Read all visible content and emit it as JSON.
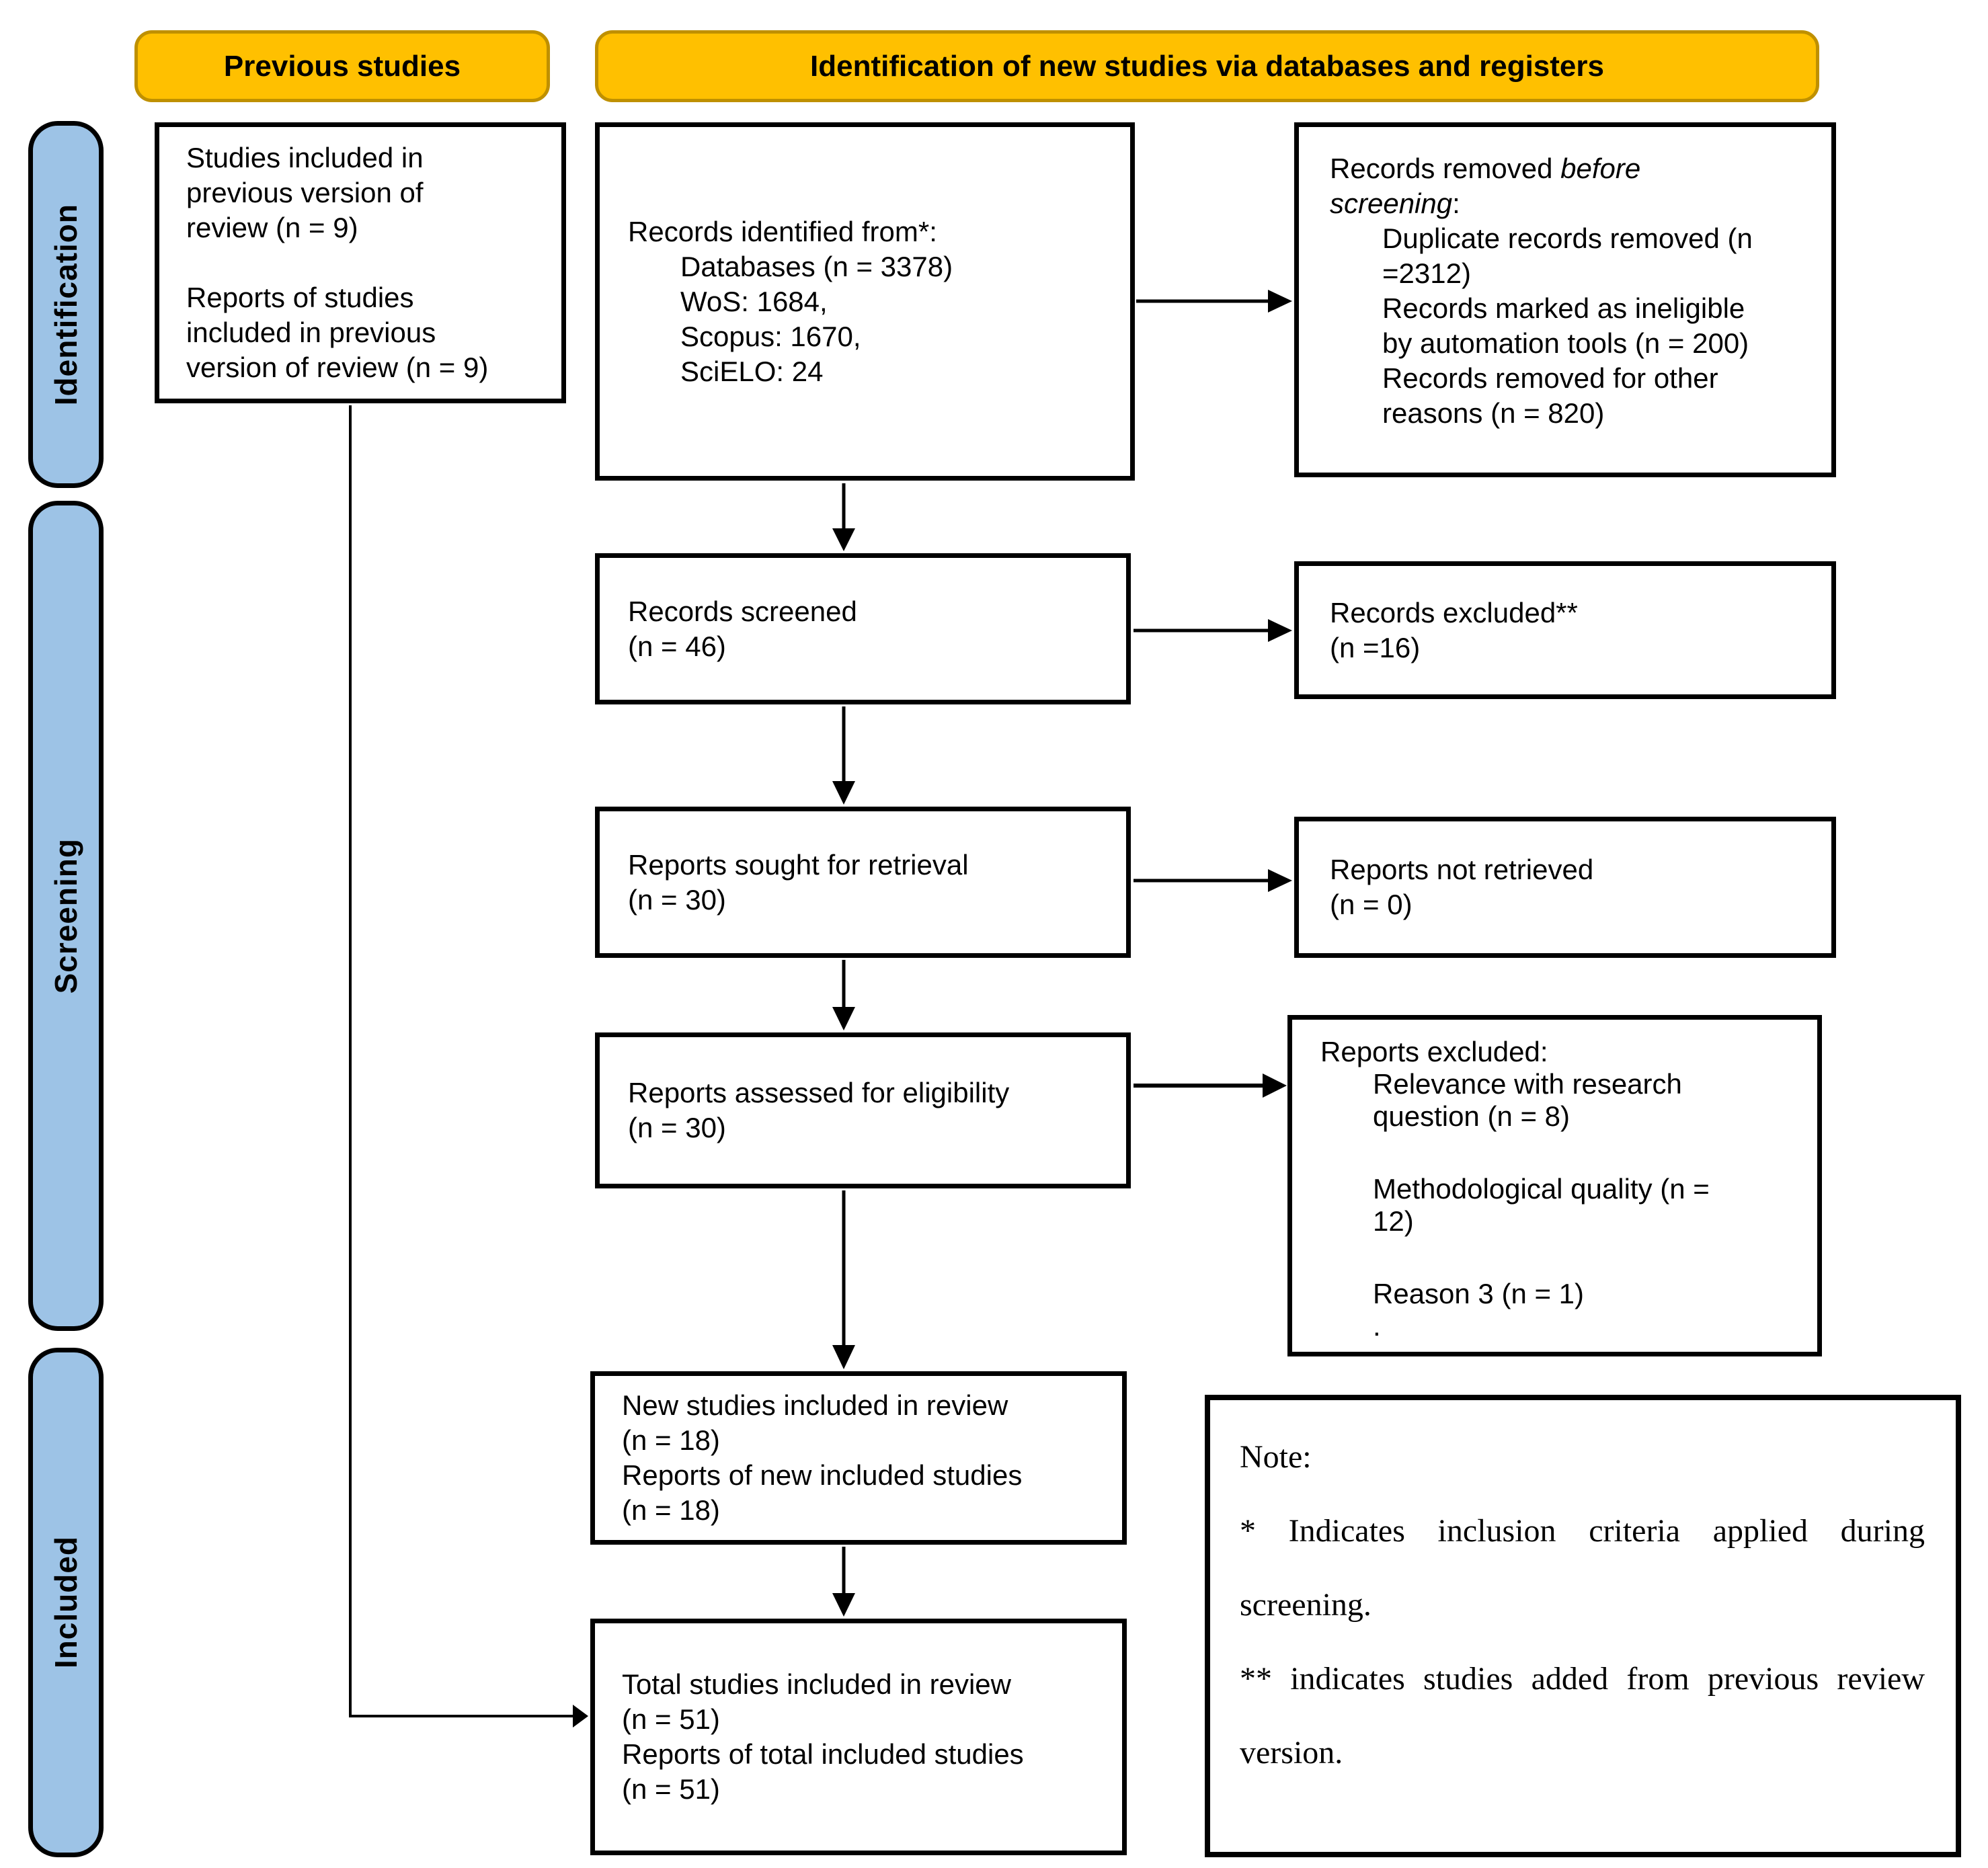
{
  "headers": {
    "previous": "Previous studies",
    "identification": "Identification of new studies via databases and registers"
  },
  "sidebar": [
    {
      "label": "Identification"
    },
    {
      "label": "Screening"
    },
    {
      "label": "Included"
    }
  ],
  "boxes": {
    "previous_studies": {
      "lines": [
        "Studies included in",
        "previous version of",
        "review (n = 9)",
        "Reports of studies",
        "included in previous",
        "version of review (n = 9)"
      ]
    },
    "records_identified": {
      "title": "Records identified from*:",
      "items": [
        "Databases (n = 3378)",
        "WoS: 1684,",
        "Scopus: 1670,",
        "SciELO: 24"
      ]
    },
    "records_removed": {
      "line1_normal": "Records removed ",
      "line1_italic": "before",
      "line2_italic": "screening",
      "line2_normal": ":",
      "items": [
        "Duplicate records removed (n",
        "=2312)",
        "Records marked as ineligible",
        "by automation tools (n = 200)",
        "Records removed for other",
        "reasons (n = 820)"
      ]
    },
    "records_screened": {
      "lines": [
        "Records screened",
        "(n = 46)"
      ]
    },
    "records_excluded": {
      "lines": [
        "Records excluded**",
        "(n =16)"
      ]
    },
    "reports_sought": {
      "lines": [
        "Reports sought for retrieval",
        "(n = 30)"
      ]
    },
    "reports_not_retrieved": {
      "lines": [
        "Reports not retrieved",
        "(n = 0)"
      ]
    },
    "reports_assessed": {
      "lines": [
        "Reports assessed for eligibility",
        "(n = 30)"
      ]
    },
    "reports_excluded": {
      "title": "Reports excluded:",
      "items": [
        "Relevance with research",
        "question (n = 8)",
        "Methodological quality (n =",
        "12)",
        "Reason 3 (n = 1)",
        "."
      ]
    },
    "new_studies": {
      "lines": [
        "New studies included in review",
        "(n = 18)",
        "Reports of new included studies",
        "(n = 18)"
      ]
    },
    "total_studies": {
      "lines": [
        "Total studies included in review",
        "(n = 51)",
        "Reports of total included studies",
        "(n = 51)"
      ]
    }
  },
  "note": {
    "title": "Note:",
    "asterisk_line": "* Indicates inclusion criteria applied during screening.",
    "double_asterisk_line": "** indicates studies added from previous review version."
  },
  "colors": {
    "header_fill": "#FFC000",
    "header_border": "#BF9000",
    "sidebar_fill": "#9DC3E6",
    "box_border": "#000000",
    "background": "#FFFFFF"
  }
}
